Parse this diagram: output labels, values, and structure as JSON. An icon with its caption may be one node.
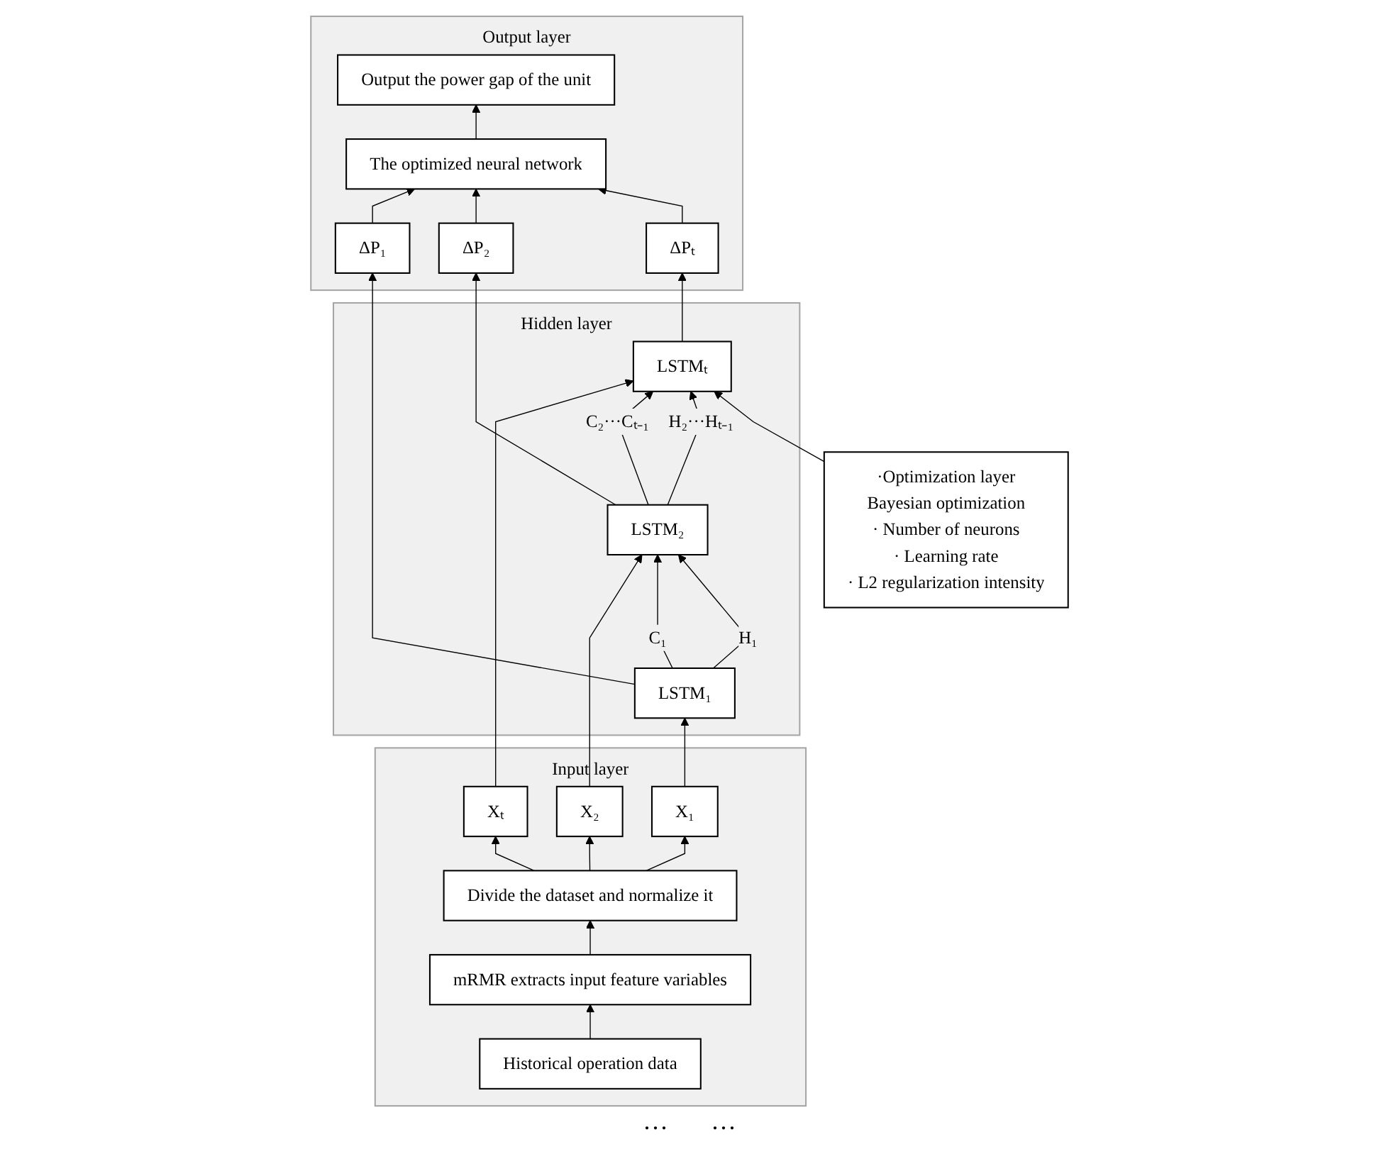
{
  "diagram": {
    "nodes": [
      {
        "text": [
          "Output layer"
        ]
      },
      {
        "text": [
          "Output the power gap of the unit"
        ],
        "in": 0
      },
      {
        "text": [
          "The optimized neural network"
        ],
        "in": 0
      },
      {
        "text": [
          "ΔP₁"
        ],
        "in": 0
      },
      {
        "text": [
          "ΔP₂"
        ],
        "in": 0
      },
      {
        "text": [
          "ΔPₜ"
        ],
        "in": 0
      },
      {
        "text": [
          "Hidden layer"
        ]
      },
      {
        "text": [
          "LSTM₁"
        ],
        "in": 6
      },
      {
        "text": [
          "LSTM₂"
        ],
        "in": 6
      },
      {
        "text": [
          "LSTMₜ"
        ],
        "in": 6
      },
      {
        "text": [
          "Input layer"
        ]
      },
      {
        "text": [
          "X₁"
        ],
        "in": 10
      },
      {
        "text": [
          "X₂"
        ],
        "in": 10
      },
      {
        "text": [
          "Xₜ"
        ],
        "in": 10
      },
      {
        "text": [
          "Divide the dataset and normalize it"
        ],
        "in": 10
      },
      {
        "text": [
          "mRMR extracts input feature variables"
        ],
        "in": 10
      },
      {
        "text": [
          "Historical operation data"
        ],
        "in": 10
      },
      {
        "text": [
          "·Optimization layer",
          "Bayesian optimization",
          "· Number of neurons",
          "· Learning rate",
          "· L2 regularization intensity"
        ]
      }
    ],
    "edges": [
      {
        "from": 16,
        "to": 15,
        "arrow": "to"
      },
      {
        "from": 15,
        "to": 14,
        "arrow": "to"
      },
      {
        "from": 14,
        "to": 11,
        "arrow": "to"
      },
      {
        "from": 14,
        "to": 12,
        "arrow": "to"
      },
      {
        "from": 14,
        "to": 13,
        "arrow": "to"
      },
      {
        "from": 11,
        "to": 7,
        "arrow": "to"
      },
      {
        "from": 12,
        "to": 8,
        "arrow": "to"
      },
      {
        "from": 13,
        "to": 9,
        "arrow": "to"
      },
      {
        "from": 7,
        "to": 8,
        "arrow": "to",
        "label": "C₁"
      },
      {
        "from": 7,
        "to": 8,
        "arrow": "to",
        "label": "H₁"
      },
      {
        "from": 8,
        "to": 9,
        "arrow": "to",
        "label": "C₂···Cₜ₋₁"
      },
      {
        "from": 8,
        "to": 9,
        "arrow": "to",
        "label": "H₂···Hₜ₋₁"
      },
      {
        "from": 7,
        "to": 3,
        "arrow": "to"
      },
      {
        "from": 8,
        "to": 4,
        "arrow": "to"
      },
      {
        "from": 9,
        "to": 5,
        "arrow": "to"
      },
      {
        "from": 3,
        "to": 2,
        "arrow": "to"
      },
      {
        "from": 4,
        "to": 2,
        "arrow": "to"
      },
      {
        "from": 5,
        "to": 2,
        "arrow": "to"
      },
      {
        "from": 2,
        "to": 1,
        "arrow": "to"
      },
      {
        "from": 17,
        "to": 9,
        "arrow": "to"
      }
    ],
    "labels": [
      "···",
      "···"
    ]
  }
}
